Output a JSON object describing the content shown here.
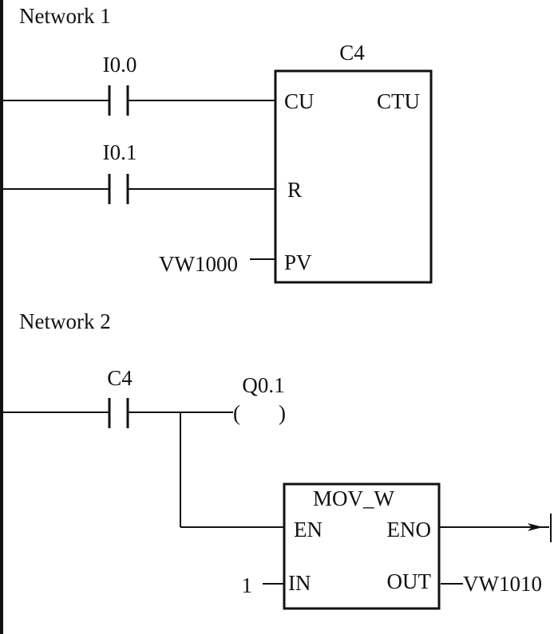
{
  "networks": [
    {
      "title": "Network 1",
      "contacts": [
        {
          "address": "I0.0",
          "type": "normally-open"
        },
        {
          "address": "I0.1",
          "type": "normally-open"
        }
      ],
      "block": {
        "name": "C4",
        "type": "CTU",
        "inputs": [
          "CU",
          "R",
          "PV"
        ],
        "pv_operand": "VW1000"
      }
    },
    {
      "title": "Network 2",
      "contacts": [
        {
          "address": "C4",
          "type": "normally-open"
        }
      ],
      "coil": {
        "address": "Q0.1",
        "symbol_left": "(",
        "symbol_right": ")"
      },
      "block": {
        "type": "MOV_W",
        "inputs": [
          "EN",
          "IN"
        ],
        "outputs": [
          "ENO",
          "OUT"
        ],
        "in_operand": "1",
        "out_operand": "VW1010"
      }
    }
  ],
  "colors": {
    "line": "#111111",
    "background": "#ffffff"
  }
}
